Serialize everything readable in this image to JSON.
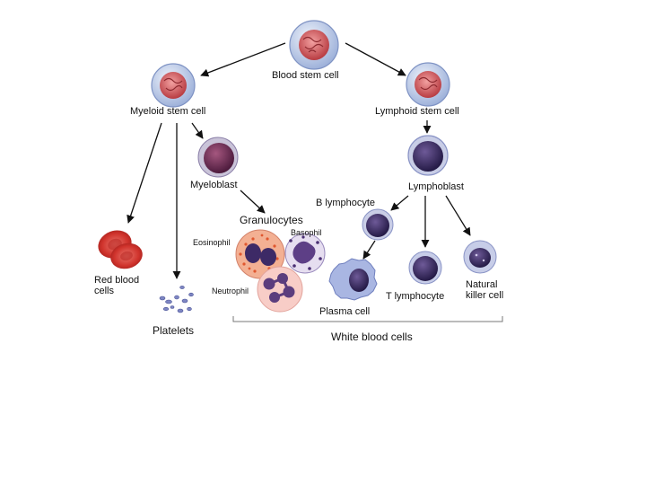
{
  "labels": {
    "blood_stem_cell": "Blood stem cell",
    "myeloid_stem_cell": "Myeloid stem cell",
    "lymphoid_stem_cell": "Lymphoid stem cell",
    "myeloblast": "Myeloblast",
    "lymphoblast": "Lymphoblast",
    "granulocytes": "Granulocytes",
    "eosinophil": "Eosinophil",
    "basophil": "Basophil",
    "neutrophil": "Neutrophil",
    "b_lymphocyte": "B lymphocyte",
    "red_blood_cells": "Red blood\ncells",
    "platelets": "Platelets",
    "plasma_cell": "Plasma cell",
    "t_lymphocyte": "T lymphocyte",
    "natural_killer_cell": "Natural\nkiller cell",
    "white_blood_cells": "White blood cells"
  },
  "colors": {
    "stem_cell_fill": "#b9c8e6",
    "stem_nucleus": "#c94a4a",
    "blast_nucleus": "#6a2a55",
    "lymph_nucleus": "#3b2a63",
    "red_cell": "#d43a32",
    "eosinophil_fill": "#f2a98a",
    "basophil_fill": "#e4dcef",
    "neutrophil_fill": "#f7c6c0",
    "arrow": "#111111"
  }
}
